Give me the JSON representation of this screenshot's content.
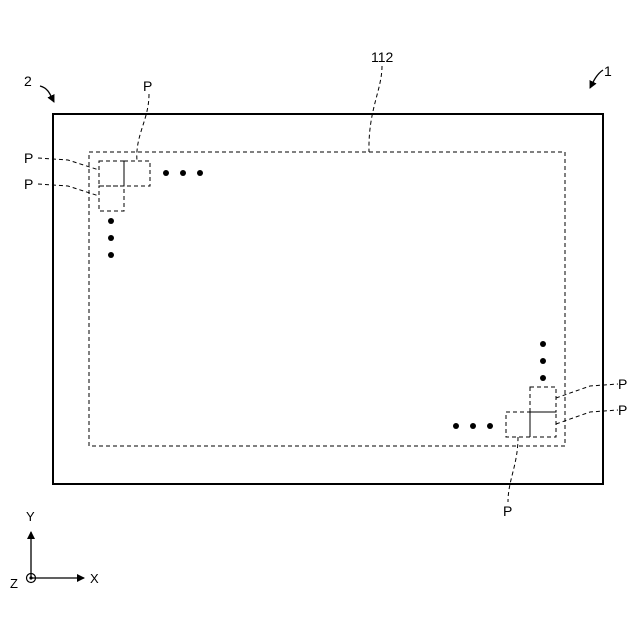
{
  "labels": {
    "device": "1",
    "substrate": "2",
    "region": "112",
    "pixel": "P"
  },
  "axes": {
    "x": "X",
    "y": "Y",
    "z": "Z"
  },
  "colors": {
    "line": "#000000",
    "background": "#ffffff"
  }
}
